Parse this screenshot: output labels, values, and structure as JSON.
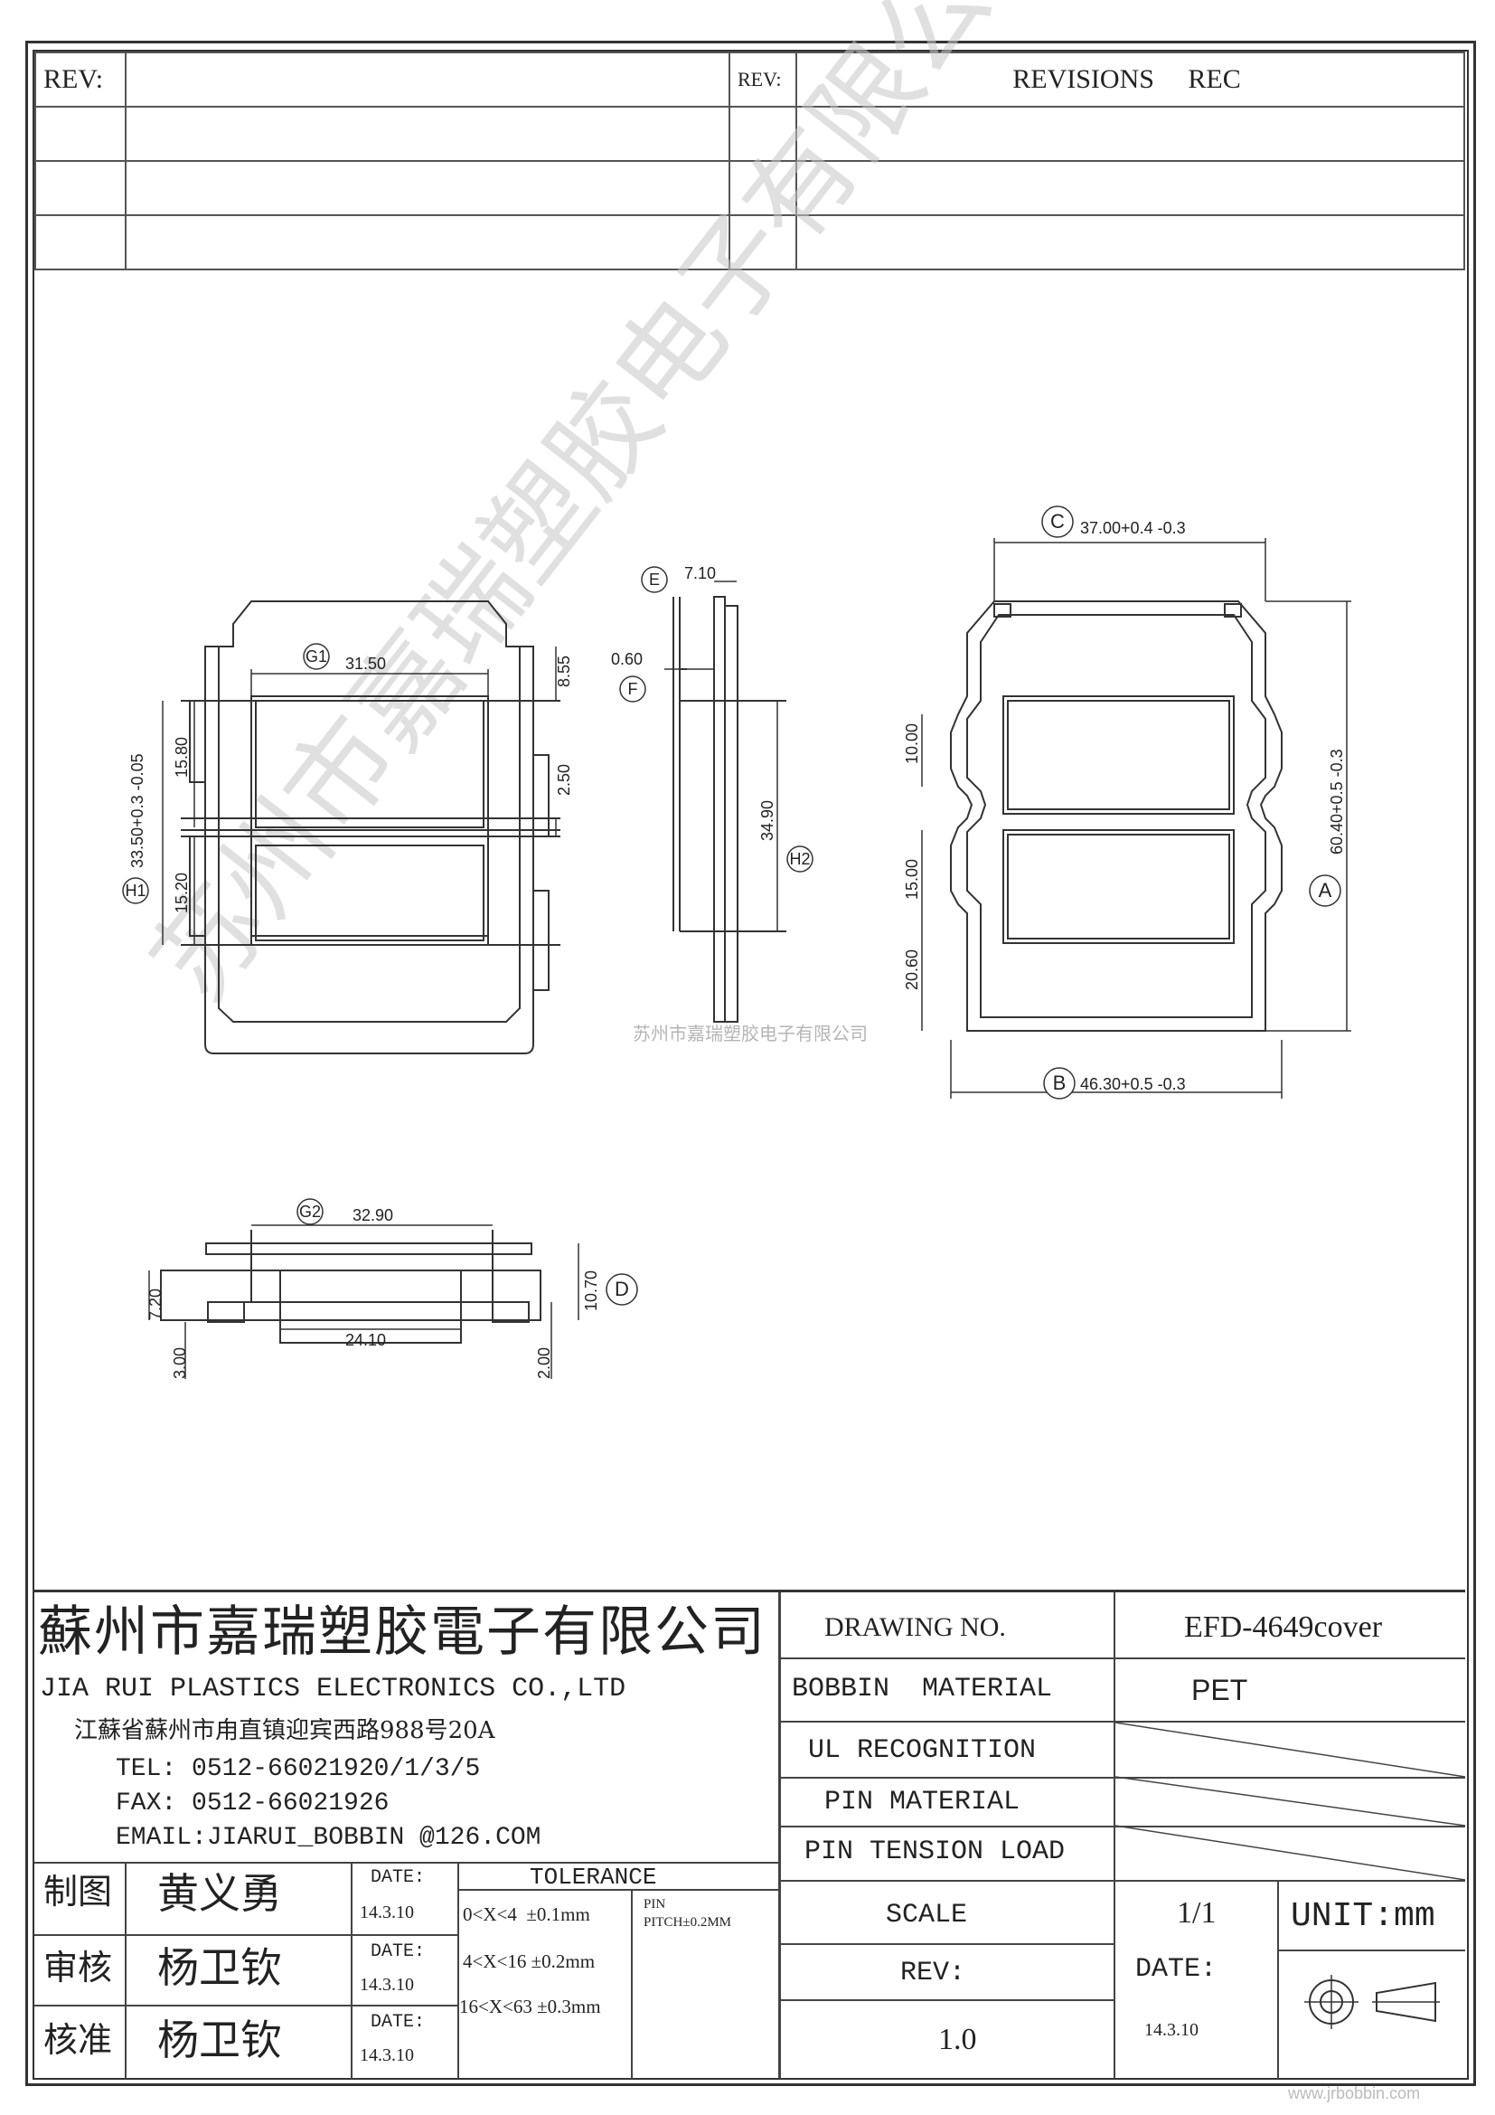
{
  "revisions": {
    "rev_label_left": "REV:",
    "rev_label_right": "REV:",
    "header_right": "REVISIONS     REC"
  },
  "drawing": {
    "dims": {
      "g1": "G1",
      "g1_val": "31.50",
      "h1": "H1",
      "h1_val": "33.50+0.3 -0.05",
      "d_15_80": "15.80",
      "d_15_20": "15.20",
      "d_8_55": "8.55",
      "d_2_50": "2.50",
      "e": "E",
      "e_val": "7.10",
      "f": "F",
      "f_val": "0.60",
      "h2": "H2",
      "h2_val": "34.90",
      "c": "C",
      "c_val": "37.00+0.4 -0.3",
      "a": "A",
      "a_val": "60.40+0.5 -0.3",
      "b": "B",
      "b_val": "46.30+0.5 -0.3",
      "d_10_00": "10.00",
      "d_15_00": "15.00",
      "d_20_60": "20.60",
      "g2": "G2",
      "g2_val": "32.90",
      "d": "D",
      "d_val": "10.70",
      "d_7_20": "7.20",
      "d_24_10": "24.10",
      "d_3_00": "3.00",
      "d_2_00": "2.00"
    },
    "watermark_center": "苏州市嘉瑞塑胶电子有限公司",
    "watermark_diagonal": "苏州市嘉瑞塑胶电子有限公司"
  },
  "title_block": {
    "company_cn": "蘇州市嘉瑞塑胶電子有限公司",
    "company_en": "JIA RUI PLASTICS ELECTRONICS CO.,LTD",
    "address": "江蘇省蘇州市甪直镇迎宾西路988号20A",
    "tel": "TEL: 0512-66021920/1/3/5",
    "fax": "FAX: 0512-66021926",
    "email": "EMAIL:JIARUI_BOBBIN @126.COM",
    "drawing_no_label": "DRAWING  NO.",
    "drawing_no": "EFD-4649cover",
    "bobbin_material_label": "BOBBIN  MATERIAL",
    "bobbin_material": "PET",
    "ul_label": "UL RECOGNITION",
    "pin_material_label": "PIN MATERIAL",
    "pin_tension_label": "PIN TENSION LOAD",
    "scale_label": "SCALE",
    "scale": "1/1",
    "unit": "UNIT:mm",
    "rev_label": "REV:",
    "rev": "1.0",
    "date_label": "DATE:",
    "date": "14.3.10",
    "roles": [
      {
        "role": "制图",
        "name": "黄义勇",
        "date_label": "DATE:",
        "date": "14.3.10"
      },
      {
        "role": "审核",
        "name": "杨卫钦",
        "date_label": "DATE:",
        "date": "14.3.10"
      },
      {
        "role": "核准",
        "name": "杨卫钦",
        "date_label": "DATE:",
        "date": "14.3.10"
      }
    ],
    "tolerance_title": "TOLERANCE",
    "tolerances": [
      "0<X<4  ±0.1mm",
      "4<X<16 ±0.2mm",
      "16<X<63 ±0.3mm"
    ],
    "pin_pitch": "PIN\nPITCH±0.2MM",
    "website": "www.jrbobbin.com"
  }
}
